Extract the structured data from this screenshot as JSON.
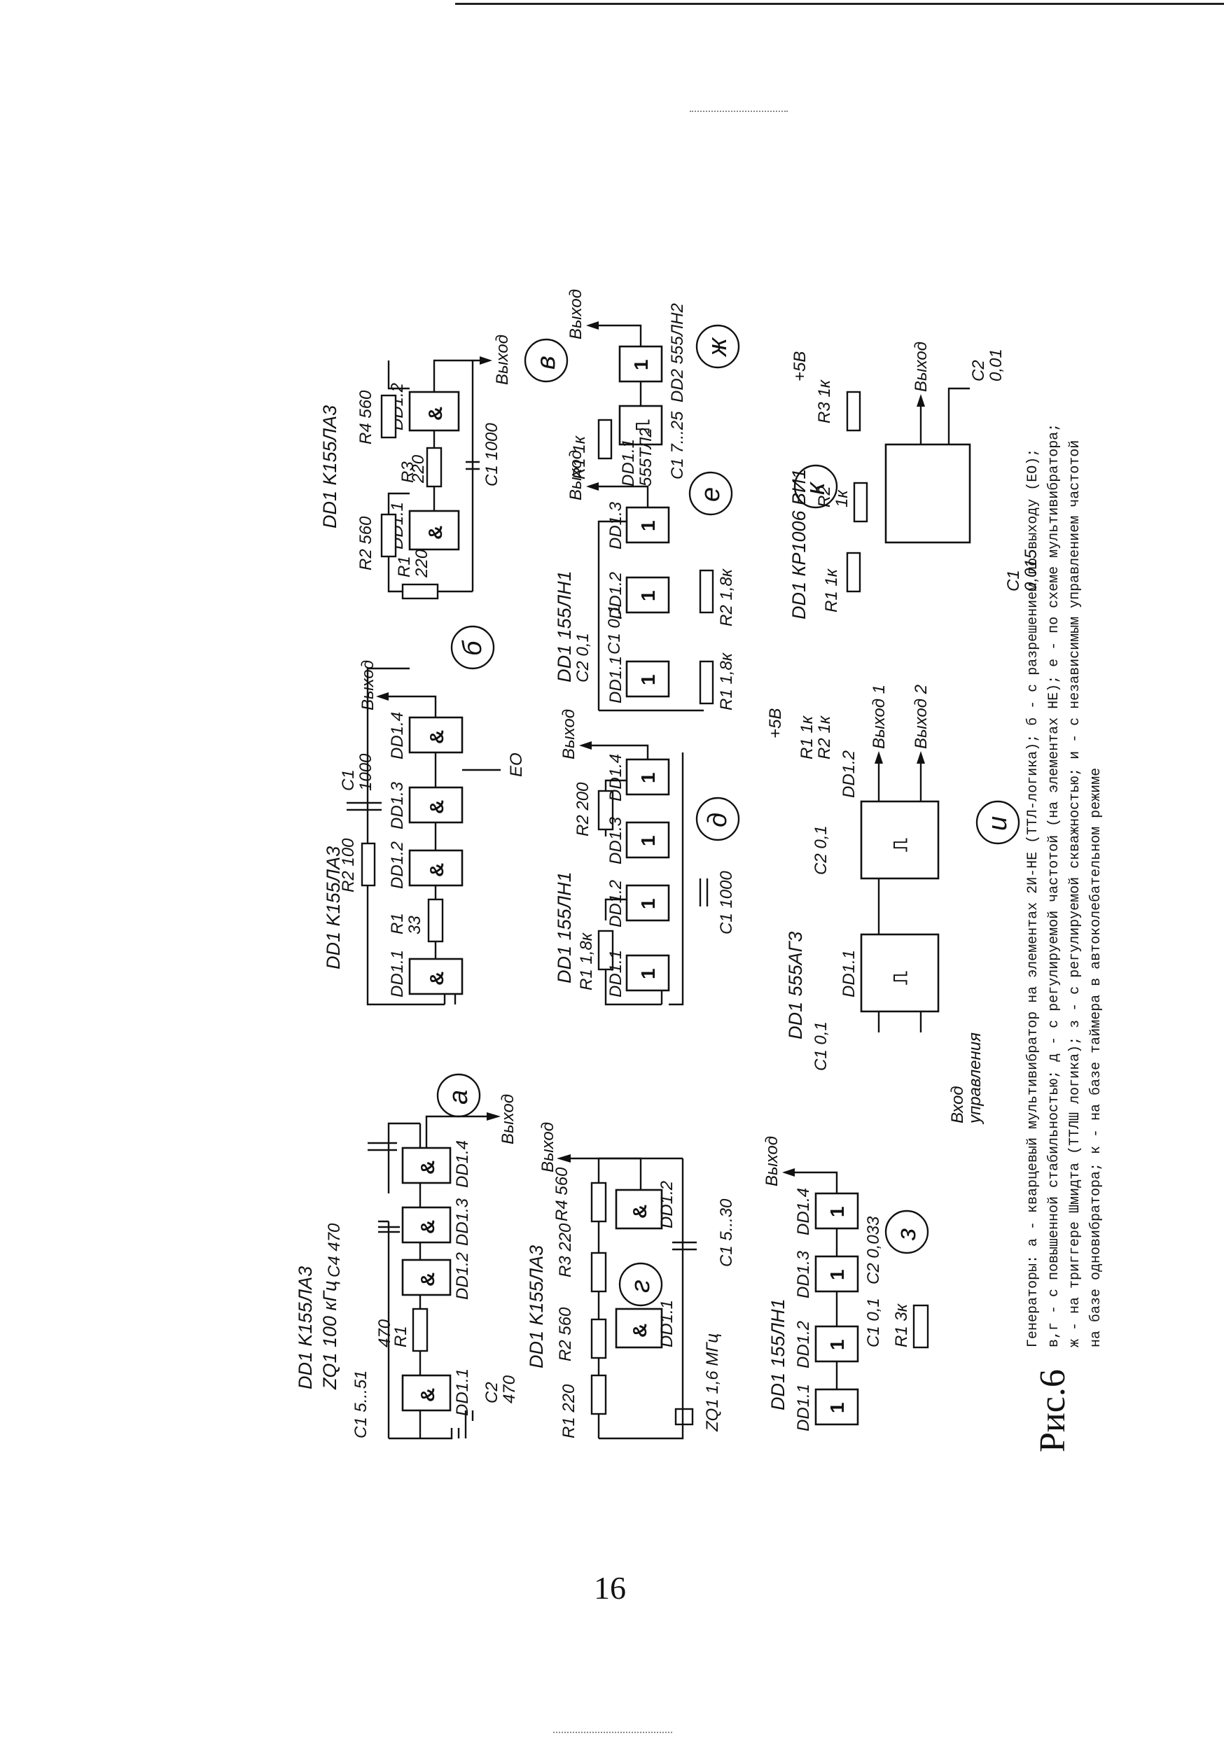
{
  "page": {
    "number": "16"
  },
  "caption": {
    "title": "Рис.6",
    "lines": [
      "Генераторы: а - кварцевый мультивибратор на элементах 2И-НЕ (ТТЛ-логика); б - с разрешением по выходу (ЕО);",
      "в,г - с повышенной стабильностью; д - с регулируемой частотой (на элементах НЕ); е - по схеме мультивибратора;",
      "ж - на триггере Шмидта (ТТЛШ логика); з - с регулируемой скважностью; и - с независимым управлением частотой",
      "на базе одновибратора; к - на базе таймера в автоколебательном режиме"
    ]
  },
  "circuits": {
    "a": {
      "letter": "а",
      "title": "DD1 K155ЛА3",
      "crystal": "ZQ1 100 кГц",
      "c1": "C1 5...51",
      "r1": "R1",
      "r1v": "470",
      "c2": "C2",
      "c2v": "470",
      "c4": "C4 470",
      "g1": "DD1.1",
      "g2": "DD1.2",
      "g3": "DD1.3",
      "g4": "DD1.4",
      "out": "Выход"
    },
    "b": {
      "letter": "б",
      "title": "DD1 K155ЛА3",
      "r1": "R1",
      "r1v": "33",
      "r2": "R2 100",
      "c1": "C1",
      "c1v": "1000",
      "g1": "DD1.1",
      "g2": "DD1.2",
      "g3": "DD1.3",
      "g4": "DD1.4",
      "eo": "ЕО",
      "out": "Выход"
    },
    "v": {
      "letter": "в",
      "title": "DD1 K155ЛА3",
      "r1": "R1",
      "r1v": "220",
      "r2": "R2 560",
      "r3": "R3",
      "r3v": "220",
      "r4": "R4 560",
      "c1": "C1 1000",
      "g1": "DD1.1",
      "g2": "DD1.2",
      "out": "Выход"
    },
    "g": {
      "letter": "г",
      "title": "DD1 K155ЛА3",
      "r1": "R1 220",
      "r2": "R2 560",
      "r3": "R3 220",
      "r4": "R4 560",
      "c1": "C1 5...30",
      "crystal": "ZQ1 1,6 МГц",
      "g1": "DD1.1",
      "g2": "DD1.2",
      "out": "Выход"
    },
    "d": {
      "letter": "д",
      "title": "DD1 155ЛН1",
      "r1": "R1 1,8к",
      "r2": "R2 200",
      "c1": "C1 1000",
      "g1": "DD1.1",
      "g2": "DD1.2",
      "g3": "DD1.3",
      "g4": "DD1.4",
      "out": "Выход"
    },
    "e": {
      "letter": "е",
      "title": "DD1 155ЛН1",
      "c2": "C2 0,1",
      "c1": "C1 0,1",
      "r1": "R1 1,8к",
      "r2": "R2 1,8к",
      "g1": "DD1.1",
      "g2": "DD1.2",
      "g3": "DD1.3",
      "out": "Выход"
    },
    "zh": {
      "letter": "ж",
      "r1": "R1 1к",
      "chip1": "DD1.1",
      "chip1b": "555ТЛ2",
      "chip2": "DD2 555ЛН2",
      "c1": "C1 7...25",
      "out": "Выход"
    },
    "z": {
      "letter": "з",
      "title": "DD1 155ЛН1",
      "c1": "C1 0,1",
      "c2": "C2 0,033",
      "r1": "R1 3к",
      "g1": "DD1.1",
      "g2": "DD1.2",
      "g3": "DD1.3",
      "g4": "DD1.4",
      "out": "Выход"
    },
    "i": {
      "letter": "и",
      "title": "DD1 555АГ3",
      "c1": "C1 0,1",
      "c2": "C2 0,1",
      "r1": "R1 1к",
      "r2": "R2 1к",
      "supply": "+5В",
      "g1": "DD1.1",
      "g2": "DD1.2",
      "out1": "Выход 1",
      "out2": "Выход 2",
      "ctrl1": "Вход",
      "ctrl2": "управления"
    },
    "k": {
      "letter": "к",
      "title": "DD1 КР1006 ВИ1",
      "r1": "R1 1к",
      "r2": "R2",
      "r2v": "1к",
      "r3": "R3 1к",
      "c1": "C1",
      "c1v": "0,015",
      "c2": "C2",
      "c2v": "0,01",
      "supply": "+5В",
      "out": "Выход"
    }
  }
}
